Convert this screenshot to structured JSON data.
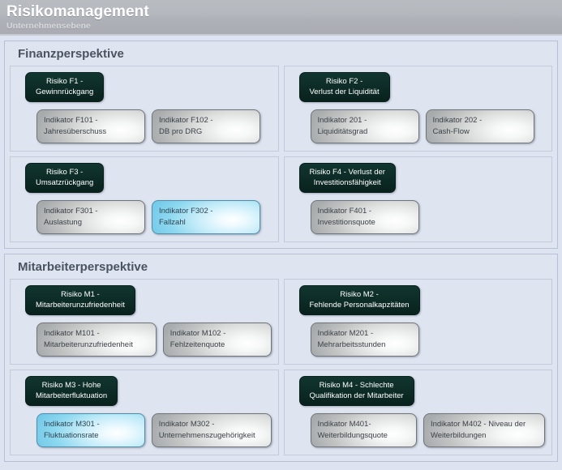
{
  "header": {
    "title": "Risikomanagement",
    "subtitle": "Unternehmensebene"
  },
  "colors": {
    "header_bg": "#b4b7bd",
    "page_bg": "#dde3f0",
    "panel_bg": "#dfe4f1",
    "panel_border": "#b7c0d4",
    "risk_box_bg": "#0d2b26",
    "indicator_bg": "#c2c4c4",
    "highlight_bg": "#8ed8f0",
    "title_text": "#4a5360"
  },
  "perspectives": [
    {
      "title": "Finanzperspektive",
      "rows": [
        {
          "groups": [
            {
              "risk": "Risiko F1 -\nGewinnrückgang",
              "indicators": [
                {
                  "label": "Indikator F101 -\nJahresüberschuss",
                  "highlight": false,
                  "size": "normal"
                },
                {
                  "label": "Indikator F102 -\nDB pro DRG",
                  "highlight": false,
                  "size": "normal"
                }
              ]
            },
            {
              "risk": "Risiko F2 -\nVerlust der Liquidität",
              "indicators": [
                {
                  "label": "Indikator 201 -\nLiquiditätsgrad",
                  "highlight": false,
                  "size": "normal"
                },
                {
                  "label": "Indikator 202 -\nCash-Flow",
                  "highlight": false,
                  "size": "normal"
                }
              ]
            }
          ]
        },
        {
          "groups": [
            {
              "risk": "Risiko F3 -\nUmsatzrückgang",
              "indicators": [
                {
                  "label": "Indikator F301 -\nAuslastung",
                  "highlight": false,
                  "size": "normal"
                },
                {
                  "label": "Indikator F302 -\nFallzahl",
                  "highlight": true,
                  "size": "normal"
                }
              ]
            },
            {
              "risk": "Risiko F4 - Verlust der\nInvestitionsfähigkeit",
              "indicators": [
                {
                  "label": "Indikator F401 -\nInvestitionsquote",
                  "highlight": false,
                  "size": "normal"
                }
              ]
            }
          ]
        }
      ]
    },
    {
      "title": "Mitarbeiterperspektive",
      "rows": [
        {
          "groups": [
            {
              "risk": "Risiko M1 -\nMitarbeiterunzufriedenheit",
              "indicators": [
                {
                  "label": "Indikator M101 -\nMitarbeiterunzufriedenheit",
                  "highlight": false,
                  "size": "wide"
                },
                {
                  "label": "Indikator M102 -\nFehlzeitenquote",
                  "highlight": false,
                  "size": "normal"
                }
              ]
            },
            {
              "risk": "Risiko M2 -\nFehlende Personalkapzitäten",
              "indicators": [
                {
                  "label": "Indikator M201 -\nMehrarbeitsstunden",
                  "highlight": false,
                  "size": "normal"
                }
              ]
            }
          ]
        },
        {
          "groups": [
            {
              "risk": "Risiko M3 - Hohe\nMitarbeiterfluktuation",
              "indicators": [
                {
                  "label": "Indikator M301 -\nFluktuationsrate",
                  "highlight": true,
                  "size": "normal"
                },
                {
                  "label": "Indikator M302 -\nUnternehmenszugehörigkeit",
                  "highlight": false,
                  "size": "wide"
                }
              ]
            },
            {
              "risk": "Risiko M4 - Schlechte\nQualifikation der Mitarbeiter",
              "indicators": [
                {
                  "label": "Indikator M401-\nWeiterbildungsquote",
                  "highlight": false,
                  "size": "normal"
                },
                {
                  "label": "Indikator M402 - Niveau der\nWeiterbildungen",
                  "highlight": false,
                  "size": "xwide"
                }
              ]
            }
          ]
        }
      ]
    }
  ]
}
